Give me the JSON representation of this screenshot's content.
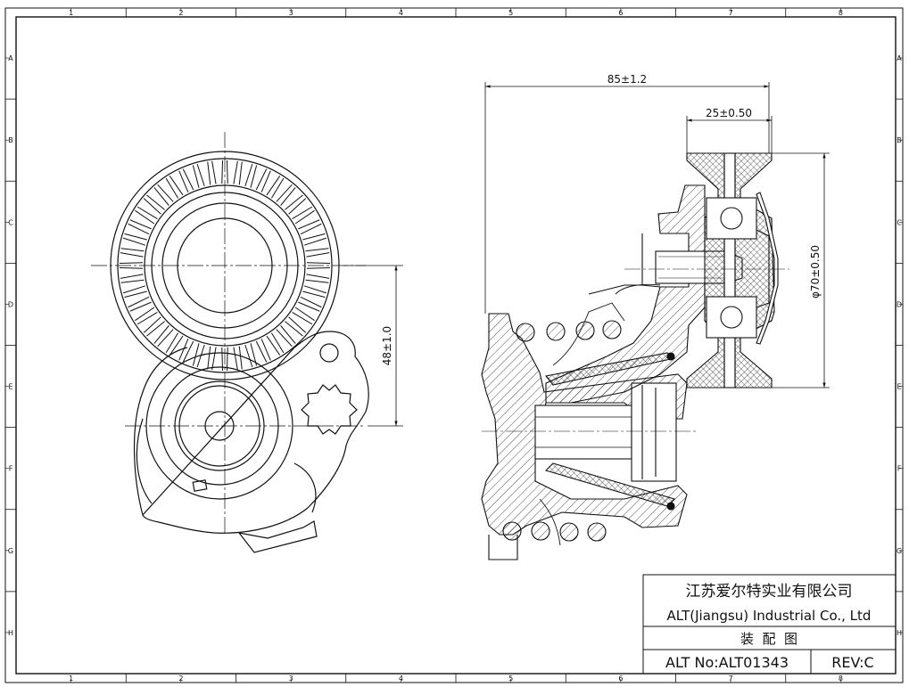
{
  "frame": {
    "columns": [
      "1",
      "2",
      "3",
      "4",
      "5",
      "6",
      "7",
      "8"
    ],
    "rows": [
      "A",
      "B",
      "C",
      "D",
      "E",
      "F",
      "G",
      "H"
    ]
  },
  "dimensions": {
    "overall_width": "85±1.2",
    "pulley_width": "25±0.50",
    "pulley_diameter": "φ70±0.50",
    "center_distance": "48±1.0"
  },
  "title_block": {
    "company_cn": "江苏爱尔特实业有限公司",
    "company_en": "ALT(Jiangsu) Industrial Co., Ltd",
    "drawing_title": "装  配  图",
    "part_number": "ALT No:ALT01343",
    "revision": "REV:C"
  }
}
